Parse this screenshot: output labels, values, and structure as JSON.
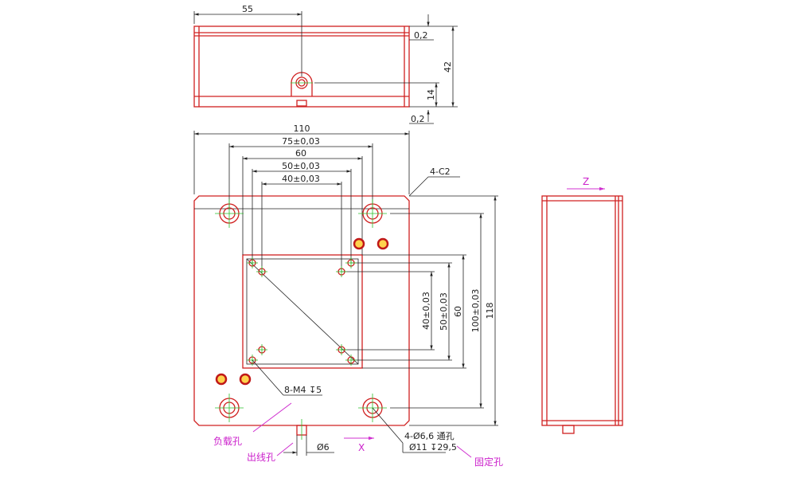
{
  "top_view": {
    "dim_width": "55",
    "dim_gap_top": "0,2",
    "dim_height": "42",
    "dim_hole_height": "14",
    "dim_gap_bottom": "0,2"
  },
  "front_view": {
    "dim_110": "110",
    "dim_75": "75±0,03",
    "dim_60": "60",
    "dim_50": "50±0,03",
    "dim_40": "40±0,03",
    "chamfer": "4-C2",
    "vdim_40": "40±0,03",
    "vdim_50": "50±0,03",
    "vdim_60": "60",
    "vdim_100": "100±0,03",
    "vdim_118": "118",
    "thread_note": "8-M4 ↧5",
    "hole_note_1": "4-Ø6,6 通孔",
    "hole_note_2": "Ø11 ↧29,5",
    "outlet_dim": "Ø6"
  },
  "labels": {
    "load_hole": "负载孔",
    "outlet_hole": "出线孔",
    "fixing_hole": "固定孔"
  },
  "axes": {
    "x": "X",
    "z": "Z"
  },
  "colors": {
    "outline": "#d02020",
    "centerline": "#2bbf2b",
    "dimension": "#222222",
    "annotation": "#cc22cc"
  }
}
